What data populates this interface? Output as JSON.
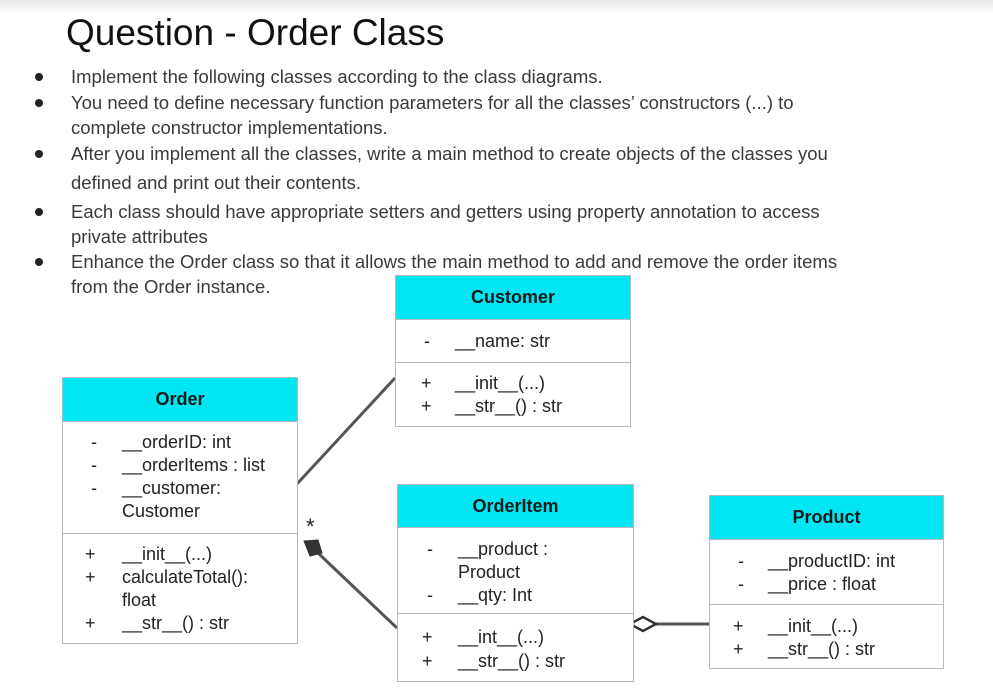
{
  "title": "Question - Order Class",
  "bullets": [
    [
      "Implement the following classes according to the class diagrams."
    ],
    [
      "You need to define necessary function parameters for all the classes’ constructors  (...) to",
      "complete constructor implementations."
    ],
    [
      "After you implement all the classes, write a main method to create objects of the classes you",
      "defined and print out their contents."
    ],
    [
      "Each class should have appropriate setters and getters using property annotation to access",
      "private attributes"
    ],
    [
      "Enhance the Order class so that it allows the main method to add and remove the order items",
      "from the Order instance."
    ]
  ],
  "classes": {
    "customer": {
      "name": "Customer",
      "attributes": [
        {
          "vis": "-",
          "text": "__name: str"
        }
      ],
      "methods": [
        {
          "vis": "+",
          "text": "__init__(...)"
        },
        {
          "vis": "+",
          "text": "__str__() : str"
        }
      ]
    },
    "order": {
      "name": "Order",
      "attributes": [
        {
          "vis": "-",
          "text": "__orderID: int"
        },
        {
          "vis": "-",
          "text": "__orderItems : list"
        },
        {
          "vis": "-",
          "text": "__customer:"
        },
        {
          "vis": "",
          "text": "Customer"
        }
      ],
      "methods": [
        {
          "vis": "+",
          "text": "__init__(...)"
        },
        {
          "vis": "+",
          "text": "calculateTotal():"
        },
        {
          "vis": "",
          "text": "float"
        },
        {
          "vis": "+",
          "text": "__str__() : str"
        }
      ]
    },
    "orderitem": {
      "name": "OrderItem",
      "attributes": [
        {
          "vis": "-",
          "text": "__product :"
        },
        {
          "vis": "",
          "text": "Product"
        },
        {
          "vis": "-",
          "text": "__qty: Int"
        }
      ],
      "methods": [
        {
          "vis": "+",
          "text": "__int__(...)"
        },
        {
          "vis": "+",
          "text": "__str__() : str"
        }
      ]
    },
    "product": {
      "name": "Product",
      "attributes": [
        {
          "vis": "-",
          "text": "__productID: int"
        },
        {
          "vis": "-",
          "text": "__price : float"
        }
      ],
      "methods": [
        {
          "vis": "+",
          "text": "__init__(...)"
        },
        {
          "vis": "+",
          "text": "__str__() : str"
        }
      ]
    }
  },
  "multiplicity": "*",
  "colors": {
    "header": "#00e6f2",
    "border": "#b8b8b8",
    "line": "#555555"
  }
}
